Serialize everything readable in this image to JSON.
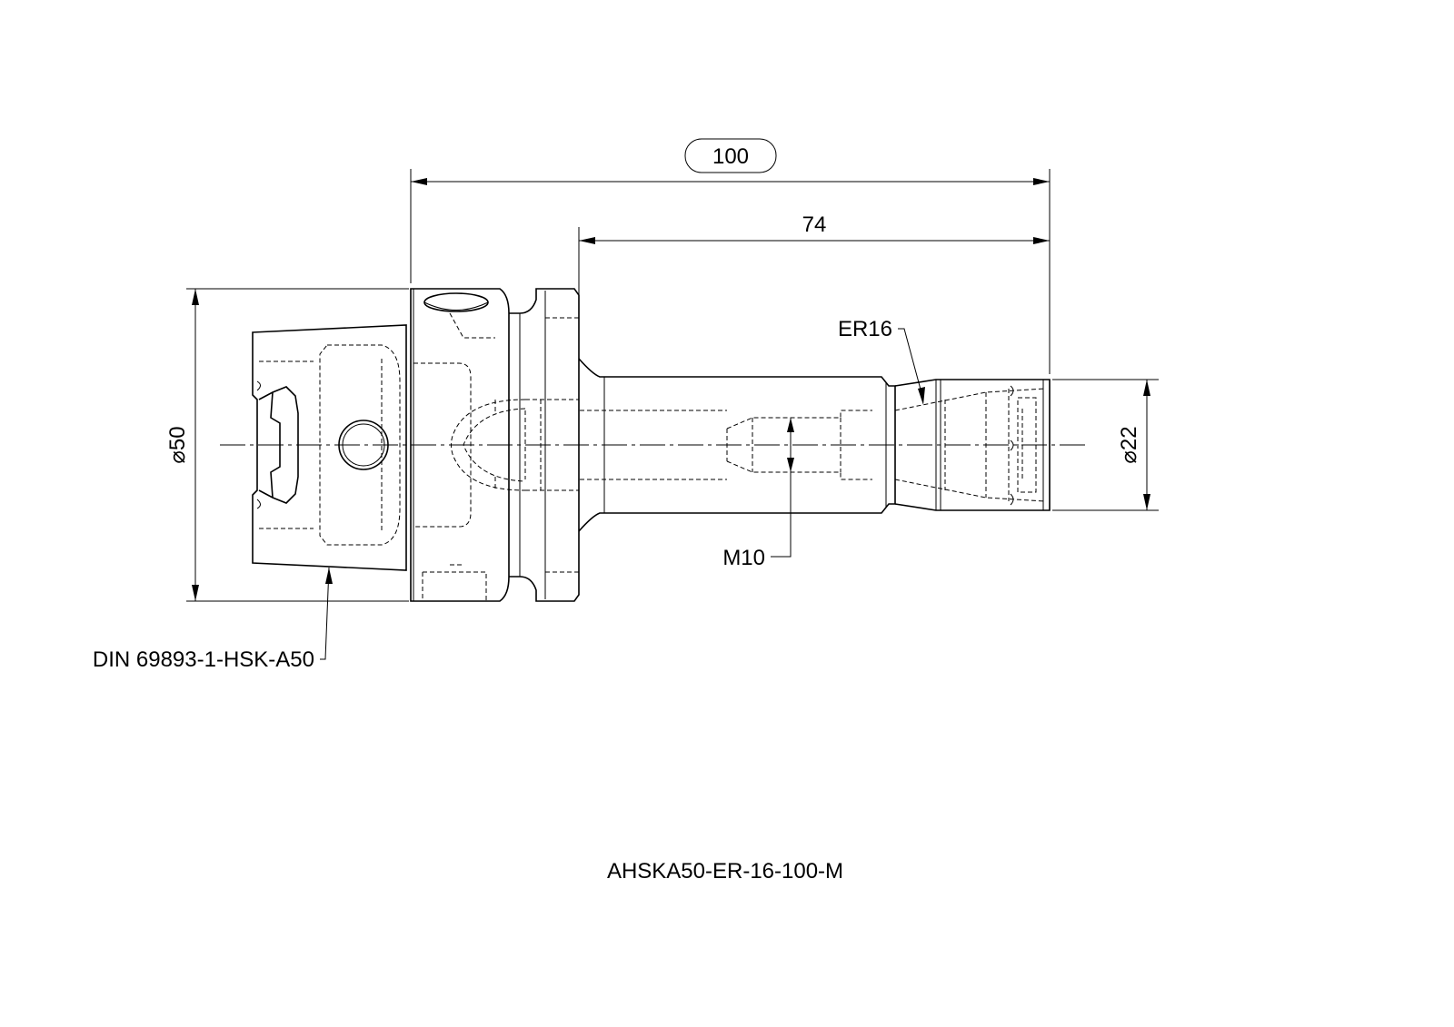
{
  "dimensions": {
    "overall_length": "100",
    "gauge_length": "74",
    "hsk_diameter": "⌀50",
    "nose_diameter": "⌀22"
  },
  "callouts": {
    "collet": "ER16",
    "thread": "M10",
    "standard": "DIN 69893-1-HSK-A50"
  },
  "part_number": "AHSKA50-ER-16-100-M"
}
